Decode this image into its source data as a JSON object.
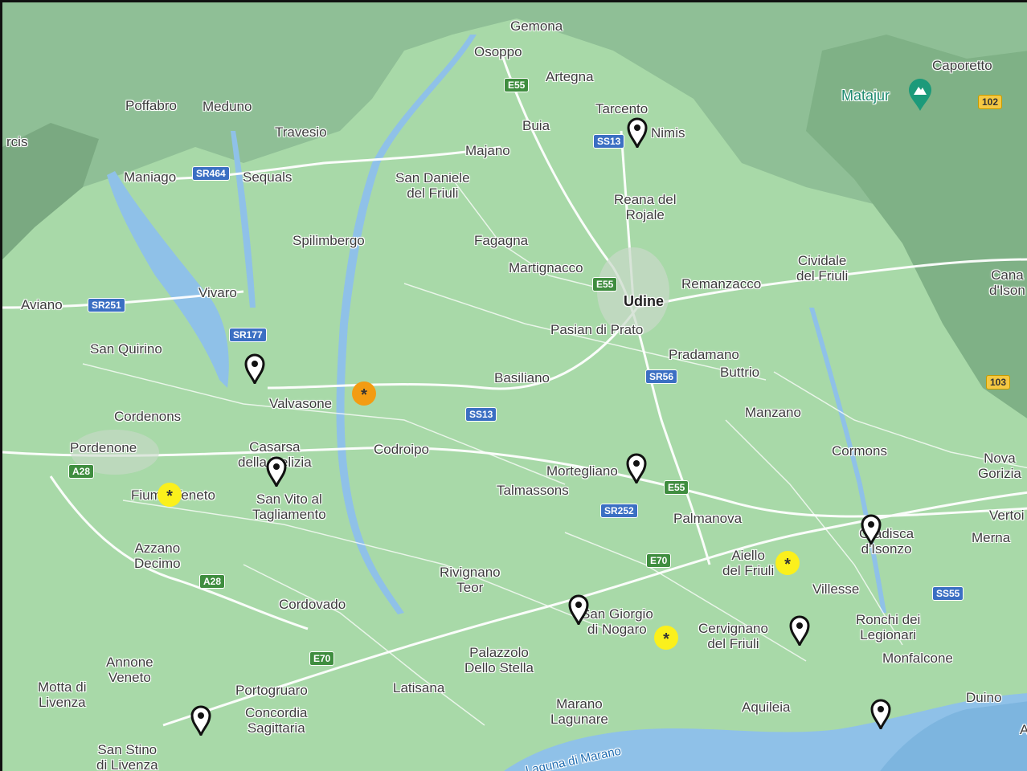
{
  "colors": {
    "land": "#a8d9a8",
    "mountain": "#8fbf96",
    "water": "#8fc1e8",
    "road": "#ffffff",
    "star_yellow": "#fbf01c",
    "star_orange": "#f39c12",
    "pin": "#111111"
  },
  "labels": {
    "gemona": "Gemona",
    "osoppo": "Osoppo",
    "artegna": "Artegna",
    "caporetto": "Caporetto",
    "matajur": "Matajur",
    "poffabro": "Poffabro",
    "meduno": "Meduno",
    "tarcento": "Tarcento",
    "buia": "Buia",
    "nimis": "Nimis",
    "arcis": "rcis",
    "travesio": "Travesio",
    "majano": "Majano",
    "maniago": "Maniago",
    "sequals": "Sequals",
    "san_daniele": "San Daniele\ndel Friuli",
    "reana": "Reana del\nRojale",
    "spilimbergo": "Spilimbergo",
    "fagagna": "Fagagna",
    "cividale": "Cividale\ndel Friuli",
    "martignacco": "Martignacco",
    "canale": "Cana\nd'Ison",
    "aviano": "Aviano",
    "vivaro": "Vivaro",
    "remanzacco": "Remanzacco",
    "udine": "Udine",
    "pasian": "Pasian di Prato",
    "san_quirino": "San Quirino",
    "pradamano": "Pradamano",
    "buttrio": "Buttrio",
    "basiliano": "Basiliano",
    "valvasone": "Valvasone",
    "cordenons": "Cordenons",
    "manzano": "Manzano",
    "casarsa": "Casarsa\ndella Delizia",
    "pordenone": "Pordenone",
    "codroipo": "Codroipo",
    "cormons": "Cormons",
    "nova_gorica": "Nova\nGorizia",
    "mortegliano": "Mortegliano",
    "fiume": "Fiume Veneto",
    "san_vito": "San Vito al\nTagliamento",
    "talmassons": "Talmassons",
    "palmanova": "Palmanova",
    "vertoi": "Vertoi",
    "gradisca": "Gradisca\nd'Isonzo",
    "merna": "Merna",
    "azzano": "Azzano\nDecimo",
    "aiello": "Aiello\ndel Friuli",
    "rivignano": "Rivignano\nTeor",
    "villesse": "Villesse",
    "cordovado": "Cordovado",
    "san_giorgio": "San Giorgio\ndi Nogaro",
    "cervignano": "Cervignano\ndel Friuli",
    "ronchi": "Ronchi dei\nLegionari",
    "annone": "Annone\nVeneto",
    "palazzolo": "Palazzolo\nDello Stella",
    "monfalcone": "Monfalcone",
    "motta": "Motta di\nLivenza",
    "portogruaro": "Portogruaro",
    "latisana": "Latisana",
    "duino": "Duino",
    "concordia": "Concordia\nSagittaria",
    "marano": "Marano\nLagunare",
    "aquileia": "Aquileia",
    "san_stino": "San Stino\ndi Livenza",
    "laguna": "Laguna di Marano",
    "edge_a": "A"
  },
  "shields": {
    "e55_a": "E55",
    "ss13_a": "SS13",
    "r102": "102",
    "sr464": "SR464",
    "e55_b": "E55",
    "sr251": "SR251",
    "sr177": "SR177",
    "sr56": "SR56",
    "ss13_b": "SS13",
    "r103": "103",
    "a28_a": "A28",
    "e55_c": "E55",
    "sr252": "SR252",
    "e70_a": "E70",
    "a28_b": "A28",
    "ss55": "SS55",
    "e70_b": "E70"
  },
  "markers": {
    "star_symbol": "*"
  }
}
